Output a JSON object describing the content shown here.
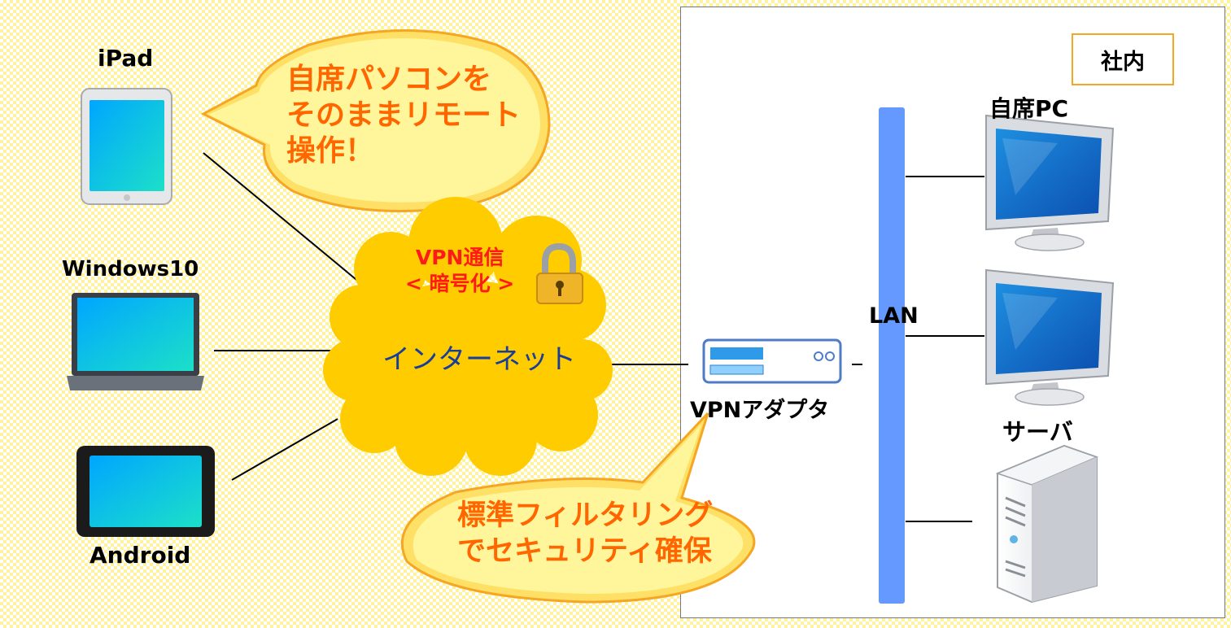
{
  "office": {
    "label": "社内"
  },
  "lan": {
    "label": "LAN"
  },
  "devices": {
    "ipad": "iPad",
    "windows10": "Windows10",
    "android": "Android",
    "my_pc": "自席PC",
    "server": "サーバ"
  },
  "adapter": {
    "label": "VPNアダプタ"
  },
  "internet": {
    "label": "インターネット",
    "vpn_line1": "VPN通信",
    "vpn_line2": "< 暗号化 >"
  },
  "bubble_remote": {
    "lines": [
      "自席パソコンを",
      "そのままリモート",
      "操作！"
    ]
  },
  "bubble_filter": {
    "lines": [
      "標準フィルタリング",
      "でセキュリティ確保"
    ]
  },
  "icons": [
    "tablet-icon",
    "laptop-icon",
    "android-tablet-icon",
    "monitor-icon",
    "server-icon",
    "router-icon",
    "lock-icon",
    "cloud-icon"
  ],
  "colors": {
    "accent_orange": "#ff6600",
    "vpn_red": "#ff1a1a",
    "cloud_yellow": "#ffcc00",
    "lan_blue": "#6699ff",
    "bubble_border": "#f5a623"
  }
}
